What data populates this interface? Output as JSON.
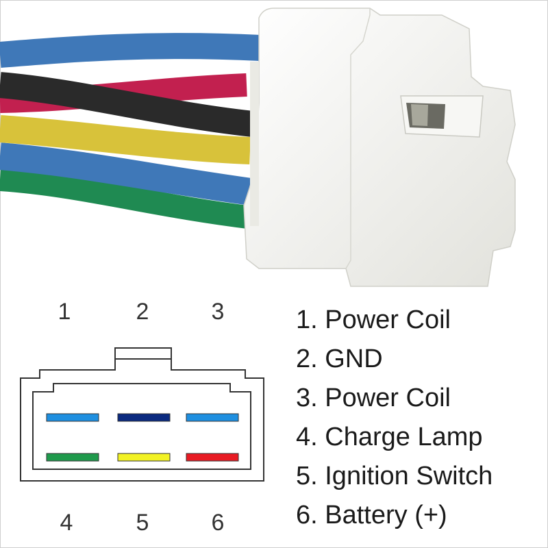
{
  "pin_numbers": {
    "top": [
      "1",
      "2",
      "3"
    ],
    "bottom": [
      "4",
      "5",
      "6"
    ]
  },
  "legend": [
    "1. Power Coil",
    "2. GND",
    "3. Power Coil",
    "4. Charge Lamp",
    "5. Ignition Switch",
    "6. Battery (+)"
  ],
  "pins": [
    {
      "number": "1",
      "color": "#1e8fe0"
    },
    {
      "number": "2",
      "color": "#0b2a80"
    },
    {
      "number": "3",
      "color": "#1e8fe0"
    },
    {
      "number": "4",
      "color": "#1f9a4c"
    },
    {
      "number": "5",
      "color": "#f2f224"
    },
    {
      "number": "6",
      "color": "#e81b23"
    }
  ],
  "photo_wire_colors": {
    "blue": "#3f78b8",
    "red": "#c2204f",
    "black": "#2a2a2a",
    "yellow": "#d8c23a",
    "green": "#1f8a52",
    "connector": "#f4f4f1"
  }
}
